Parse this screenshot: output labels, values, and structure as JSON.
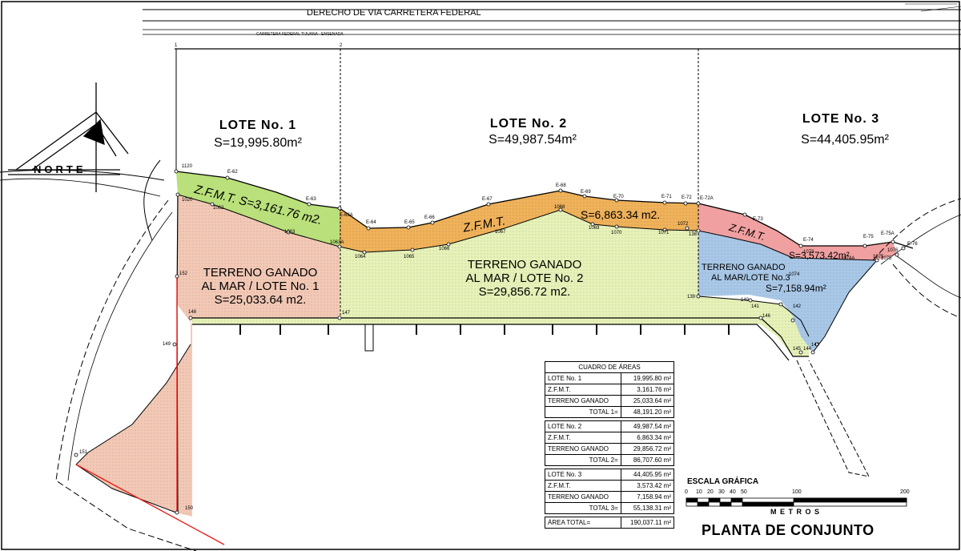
{
  "road": {
    "title": "DERECHO  DE  VIA CARRETERA FEDERAL",
    "subtitle": "CARRETERA FEDERAL TIJUANA - ENSENADA"
  },
  "north": {
    "label": "NORTE"
  },
  "lotes": [
    {
      "title": "LOTE  No. 1",
      "area": "S=19,995.80m²"
    },
    {
      "title": "LOTE  No. 2",
      "area": "S=49,987.54m²"
    },
    {
      "title": "LOTE  No. 3",
      "area": "S=44,405.95m²"
    }
  ],
  "zfmt": [
    {
      "label": "Z.F.M.T.  S=3,161.76 m2."
    },
    {
      "label": "Z.F.M.T."
    },
    {
      "label": "S=6,863.34 m2."
    },
    {
      "label": "Z.F.M.T."
    },
    {
      "label": "S=3,573.42m²"
    }
  ],
  "terreno": [
    {
      "line1": "TERRENO GANADO",
      "line2": "AL MAR / LOTE  No. 1",
      "line3": "S=25,033.64 m2."
    },
    {
      "line1": "TERRENO GANADO",
      "line2": "AL MAR / LOTE  No. 2",
      "line3": "S=29,856.72 m2."
    },
    {
      "line1": "TERRENO GANADO",
      "line2": "AL MAR/LOTE No.3",
      "line3": "S=7,158.94m²"
    }
  ],
  "points": [
    {
      "id": "1"
    },
    {
      "id": "2"
    },
    {
      "id": "1120"
    },
    {
      "id": "1020"
    },
    {
      "id": "E-62"
    },
    {
      "id": "1062"
    },
    {
      "id": "E-63"
    },
    {
      "id": "1063"
    },
    {
      "id": "E-63A"
    },
    {
      "id": "1063A"
    },
    {
      "id": "E-64"
    },
    {
      "id": "1064"
    },
    {
      "id": "E-65"
    },
    {
      "id": "1065"
    },
    {
      "id": "E-66"
    },
    {
      "id": "1066"
    },
    {
      "id": "E-67"
    },
    {
      "id": "1067"
    },
    {
      "id": "E-68"
    },
    {
      "id": "1068"
    },
    {
      "id": "E-69"
    },
    {
      "id": "1069"
    },
    {
      "id": "E-70"
    },
    {
      "id": "1070"
    },
    {
      "id": "E-71"
    },
    {
      "id": "1071"
    },
    {
      "id": "E-72"
    },
    {
      "id": "1072"
    },
    {
      "id": "E-72A"
    },
    {
      "id": "138"
    },
    {
      "id": "139"
    },
    {
      "id": "140"
    },
    {
      "id": "141"
    },
    {
      "id": "142"
    },
    {
      "id": "143"
    },
    {
      "id": "144"
    },
    {
      "id": "145"
    },
    {
      "id": "146"
    },
    {
      "id": "147"
    },
    {
      "id": "148"
    },
    {
      "id": "149"
    },
    {
      "id": "150"
    },
    {
      "id": "151"
    },
    {
      "id": "152"
    },
    {
      "id": "E-73"
    },
    {
      "id": "1073"
    },
    {
      "id": "E-74"
    },
    {
      "id": "1074A"
    },
    {
      "id": "E-75"
    },
    {
      "id": "1075"
    },
    {
      "id": "E-75A"
    },
    {
      "id": "1075"
    },
    {
      "id": "E-76"
    },
    {
      "id": "1076"
    },
    {
      "id": "1074"
    }
  ],
  "cuadro": {
    "title": "CUADRO DE ÁREAS",
    "groups": [
      {
        "rows": [
          [
            "LOTE No. 1",
            "19,995.80  m²"
          ],
          [
            "Z.F.M.T.",
            "3,161.76  m²"
          ],
          [
            "TERRENO GANADO",
            "25,033.64  m²"
          ]
        ],
        "total_label": "TOTAL 1=",
        "total": "48,191.20  m²"
      },
      {
        "rows": [
          [
            "LOTE No. 2",
            "49,987.54  m²"
          ],
          [
            "Z.F.M.T.",
            "6,863.34  m²"
          ],
          [
            "TERRENO GANADO",
            "29,856.72  m²"
          ]
        ],
        "total_label": "TOTAL 2=",
        "total": "86,707.60  m²"
      },
      {
        "rows": [
          [
            "LOTE No. 3",
            "44,405.95  m²"
          ],
          [
            "Z.F.M.T.",
            "3,573.42  m²"
          ],
          [
            "TERRENO GANADO",
            "7,158.94  m²"
          ]
        ],
        "total_label": "TOTAL 3=",
        "total": "55,138.31  m²"
      }
    ],
    "grand_label": "ÁREA TOTAL=",
    "grand_total": "190,037.11  m²"
  },
  "scale": {
    "title": "ESCALA GRÁFICA",
    "ticks": [
      "0",
      "10",
      "20",
      "30",
      "40",
      "50",
      "100",
      "200"
    ],
    "unit": "M E T R O S"
  },
  "drawing_title": "PLANTA DE CONJUNTO",
  "colors": {
    "zfmt1": "#b9e07a",
    "zfmt2": "#f0b25a",
    "zfmt3": "#f0a0a0",
    "tg1": "#f3c9b6",
    "tg2": "#e6f2b8",
    "tg3": "#a9c8e8",
    "red": "#e8201c"
  }
}
